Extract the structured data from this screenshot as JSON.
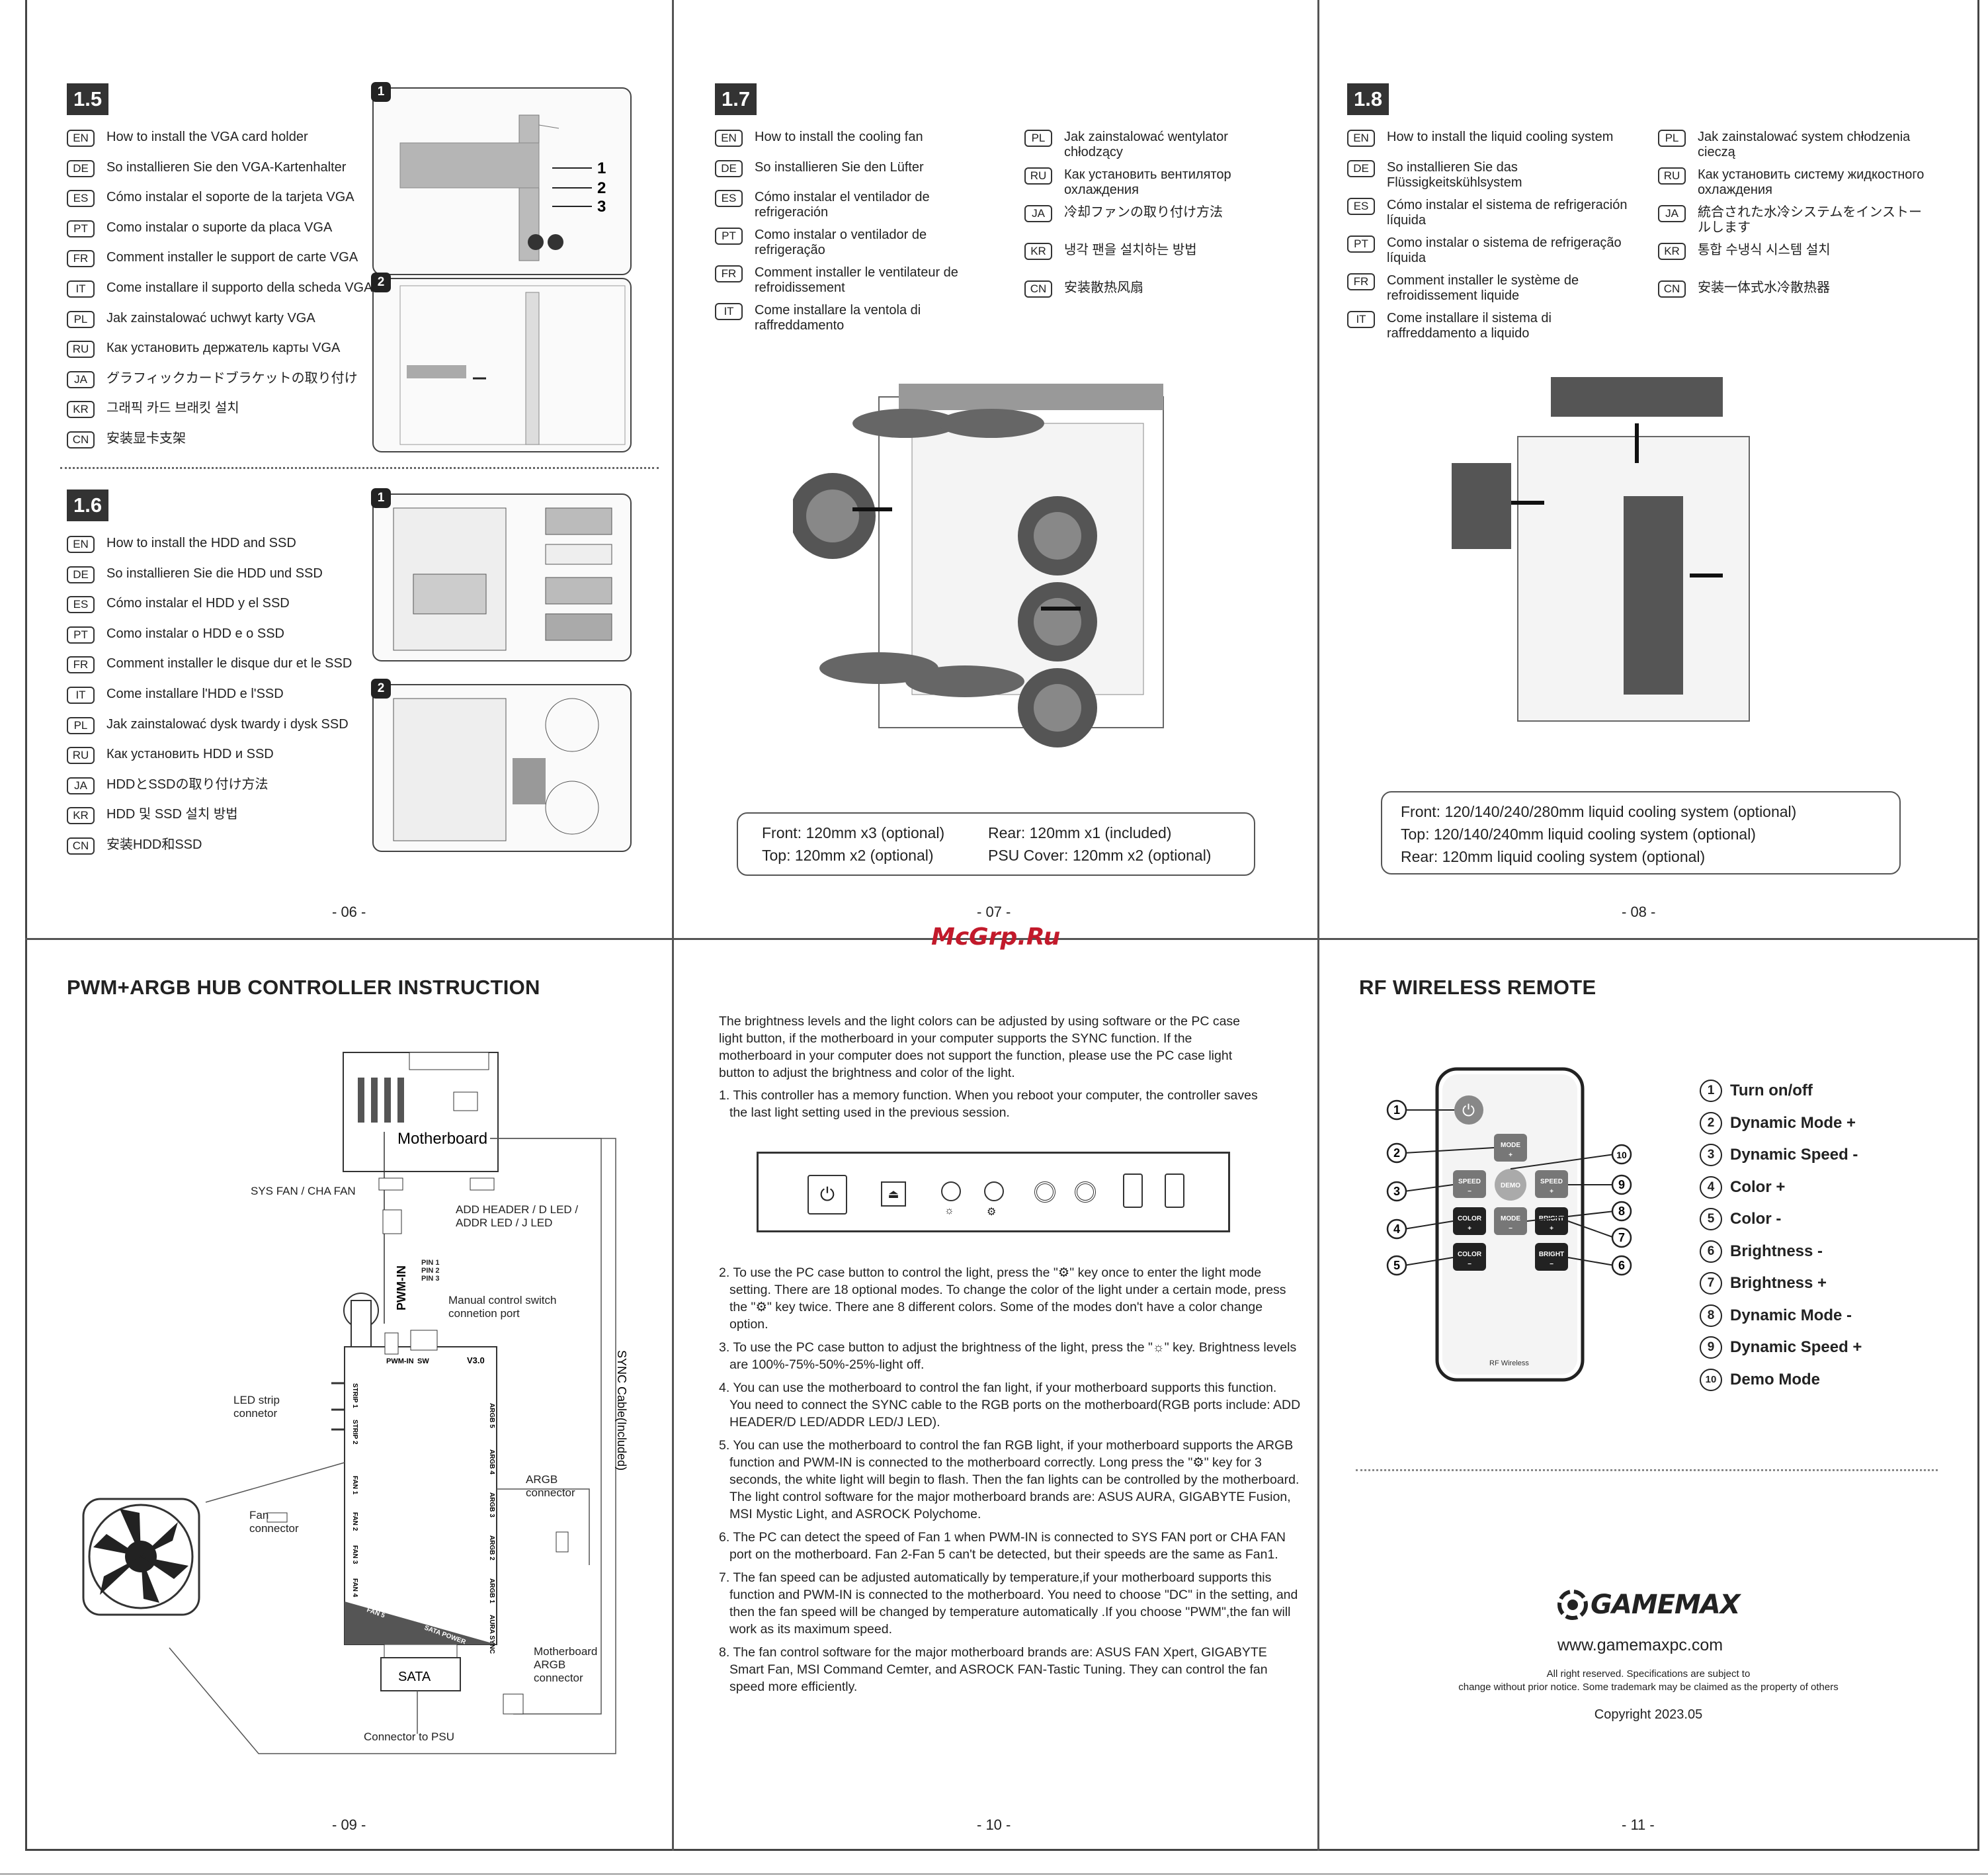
{
  "watermark": "McGrp.Ru",
  "p06": {
    "page": "- 06 -",
    "s15": {
      "num": "1.5",
      "langs": [
        {
          "code": "EN",
          "text": "How to install the VGA card holder"
        },
        {
          "code": "DE",
          "text": "So installieren Sie den VGA-Kartenhalter"
        },
        {
          "code": "ES",
          "text": "Cómo instalar el soporte de la tarjeta VGA"
        },
        {
          "code": "PT",
          "text": "Como instalar o suporte da placa VGA"
        },
        {
          "code": "FR",
          "text": "Comment installer le support de carte VGA"
        },
        {
          "code": "IT",
          "text": "Come installare il supporto della scheda VGA"
        },
        {
          "code": "PL",
          "text": "Jak zainstalować uchwyt karty VGA"
        },
        {
          "code": "RU",
          "text": "Как установить держатель карты VGA"
        },
        {
          "code": "JA",
          "text": "グラフィックカードブラケットの取り付け"
        },
        {
          "code": "KR",
          "text": "그래픽 카드 브래킷 설치"
        },
        {
          "code": "CN",
          "text": "安装显卡支架"
        }
      ],
      "step1": "1",
      "step2": "2",
      "arrow_labels": [
        "1",
        "2",
        "3"
      ]
    },
    "s16": {
      "num": "1.6",
      "langs": [
        {
          "code": "EN",
          "text": "How to install the HDD and SSD"
        },
        {
          "code": "DE",
          "text": "So installieren Sie die HDD und SSD"
        },
        {
          "code": "ES",
          "text": "Cómo instalar el HDD y el SSD"
        },
        {
          "code": "PT",
          "text": "Como instalar o HDD e o SSD"
        },
        {
          "code": "FR",
          "text": "Comment installer le disque dur et le SSD"
        },
        {
          "code": "IT",
          "text": "Come installare l'HDD e l'SSD"
        },
        {
          "code": "PL",
          "text": "Jak zainstalować dysk twardy i dysk SSD"
        },
        {
          "code": "RU",
          "text": "Как установить HDD и SSD"
        },
        {
          "code": "JA",
          "text": "HDDとSSDの取り付け方法"
        },
        {
          "code": "KR",
          "text": "HDD 및 SSD 설치 방법"
        },
        {
          "code": "CN",
          "text": "安装HDD和SSD"
        }
      ],
      "step1": "1",
      "step2": "2"
    }
  },
  "p07": {
    "page": "- 07 -",
    "num": "1.7",
    "langs_left": [
      {
        "code": "EN",
        "text": "How to install the cooling fan"
      },
      {
        "code": "DE",
        "text": "So installieren Sie den Lüfter"
      },
      {
        "code": "ES",
        "text": "Cómo instalar el ventilador de\nrefrigeración"
      },
      {
        "code": "PT",
        "text": "Como instalar o ventilador de\nrefrigeração"
      },
      {
        "code": "FR",
        "text": "Comment installer le ventilateur de\nrefroidissement"
      },
      {
        "code": "IT",
        "text": "Come installare la ventola di\nraffreddamento"
      }
    ],
    "langs_right": [
      {
        "code": "PL",
        "text": "Jak zainstalować wentylator\nchłodzący"
      },
      {
        "code": "RU",
        "text": "Как установить вентилятор\nохлаждения"
      },
      {
        "code": "JA",
        "text": "冷却ファンの取り付け方法"
      },
      {
        "code": "KR",
        "text": "냉각 팬을 설치하는 방법"
      },
      {
        "code": "CN",
        "text": "安装散热风扇"
      }
    ],
    "options": {
      "front": "Front: 120mm x3 (optional)",
      "top": "Top: 120mm x2 (optional)",
      "rear": "Rear: 120mm x1 (included)",
      "psu": "PSU Cover: 120mm x2 (optional)"
    }
  },
  "p08": {
    "page": "- 08 -",
    "num": "1.8",
    "langs_left": [
      {
        "code": "EN",
        "text": "How to install the liquid cooling system"
      },
      {
        "code": "DE",
        "text": "So installieren Sie das\nFlüssigkeitskühlsystem"
      },
      {
        "code": "ES",
        "text": "Cómo instalar el sistema de refrigeración\nlíquida"
      },
      {
        "code": "PT",
        "text": "Como instalar o sistema de refrigeração\nlíquida"
      },
      {
        "code": "FR",
        "text": "Comment installer le système de\nrefroidissement liquide"
      },
      {
        "code": "IT",
        "text": "Come installare il sistema di\nraffreddamento a liquido"
      }
    ],
    "langs_right": [
      {
        "code": "PL",
        "text": "Jak zainstalować system chłodzenia\n cieczą"
      },
      {
        "code": "RU",
        "text": "Как установить систему жидкостного\nохлаждения"
      },
      {
        "code": "JA",
        "text": "統合された水冷システムをインストー\nルします"
      },
      {
        "code": "KR",
        "text": "통합 수냉식 시스템 설치"
      },
      {
        "code": "CN",
        "text": "安装一体式水冷散热器"
      }
    ],
    "options": {
      "front": "Front: 120/140/240/280mm liquid cooling system (optional)",
      "top": "Top: 120/140/240mm liquid cooling system (optional)",
      "rear": "Rear: 120mm liquid cooling system (optional)"
    }
  },
  "p09": {
    "page": "- 09 -",
    "title": "PWM+ARGB HUB CONTROLLER INSTRUCTION",
    "labels": {
      "motherboard": "Motherboard",
      "sysfan": "SYS FAN / CHA FAN",
      "addheader": "ADD HEADER / D LED /\nADDR LED / J LED",
      "pwmin": "PWM-IN",
      "pins": "PIN 1\nPIN 2\nPIN 3",
      "manual": "Manual control switch\nconnetion port",
      "ledstrip": "LED strip\nconnetor",
      "fanconn": "Fan\nconnector",
      "argbconn": "ARGB\nconnector",
      "mbargb": "Motherboard\nARGB\nconnector",
      "sync": "SYNC Cable(Included)",
      "sata": "SATA",
      "psu": "Connector to PSU",
      "hub_pwm": "PWM-IN",
      "hub_sw": "SW",
      "hub_ver": "V3.0",
      "hub_strip1": "STRIP 1",
      "hub_strip2": "STRIP 2",
      "hub_fan1": "FAN 1",
      "hub_fan2": "FAN 2",
      "hub_fan3": "FAN 3",
      "hub_fan4": "FAN 4",
      "hub_fan5": "FAN 5",
      "hub_argb1": "ARGB 1",
      "hub_argb2": "ARGB 2",
      "hub_argb3": "ARGB 3",
      "hub_argb4": "ARGB 4",
      "hub_argb5": "ARGB 5",
      "hub_sata": "SATA POWER",
      "hub_sync": "AURA SYNC"
    }
  },
  "p10": {
    "page": "- 10 -",
    "intro": "The brightness levels and the light colors can be adjusted by using software or the PC case light button, if the motherboard in your computer supports the SYNC function. If the motherboard in your computer does not support the function, please use the PC case light button to adjust the brightness and color of the light.",
    "item1": "1. This controller has a memory function. When you reboot your computer, the controller saves the last light setting used in the previous session.",
    "items": [
      "2. To use the PC case button to control the light, press the \"⚙\" key once to enter the light mode setting. There are 18 optional modes. To change the color of the light under a certain mode, press the \"⚙\" key twice. There ane 8 different colors. Some of the modes don't have a color change option.",
      "3. To use the PC case button to adjust the brightness of the light, press the \"☼\" key. Brightness levels are 100%-75%-50%-25%-light off.",
      "4. You can use the motherboard to control the fan light, if your motherboard supports this function. You need to connect the SYNC cable to the RGB ports on the motherboard(RGB ports include: ADD HEADER/D LED/ADDR LED/J LED).",
      "5. You can use the motherboard to control the fan RGB light, if your motherboard supports the ARGB function and PWM-IN is connected to the motherboard correctly. Long press the \"⚙\" key for 3 seconds, the white light will begin to flash. Then the fan lights can be controlled by the motherboard. The light control software for the major motherboard brands are: ASUS AURA, GIGABYTE Fusion, MSI Mystic Light, and ASROCK Polychome.",
      "6. The PC can detect the speed of Fan 1 when PWM-IN is connected to SYS FAN port or CHA FAN port on the motherboard. Fan 2-Fan 5 can't be detected, but their speeds are the same as Fan1.",
      "7. The fan speed can be adjusted automatically by temperature,if your motherboard supports this function and PWM-IN is connected to the motherboard. You need to choose \"DC\" in the setting, and then the fan speed will be changed by temperature automatically .If you choose \"PWM\",the fan will work as its maximum speed.",
      "8. The fan control software for the major motherboard brands are: ASUS FAN Xpert, GIGABYTE Smart Fan, MSI Command Cemter, and ASROCK FAN-Tastic Tuning. They can control the fan speed more efficiently."
    ]
  },
  "p11": {
    "page": "- 11 -",
    "title": "RF WIRELESS REMOTE",
    "remote": {
      "mode": "MODE",
      "demo": "DEMO",
      "speed": "SPEED",
      "color": "COLOR",
      "bright": "BRIGHT",
      "plus": "+",
      "minus": "−",
      "brand": "RF Wireless"
    },
    "legend": [
      {
        "n": "1",
        "text": "Turn on/off"
      },
      {
        "n": "2",
        "text": "Dynamic Mode +"
      },
      {
        "n": "3",
        "text": "Dynamic Speed -"
      },
      {
        "n": "4",
        "text": "Color +"
      },
      {
        "n": "5",
        "text": "Color -"
      },
      {
        "n": "6",
        "text": "Brightness -"
      },
      {
        "n": "7",
        "text": "Brightness +"
      },
      {
        "n": "8",
        "text": "Dynamic Mode -"
      },
      {
        "n": "9",
        "text": "Dynamic Speed +"
      },
      {
        "n": "10",
        "text": "Demo Mode"
      }
    ],
    "callouts": [
      "1",
      "2",
      "3",
      "4",
      "5",
      "10",
      "9",
      "8",
      "7",
      "6"
    ],
    "brand": "GAMEMAX",
    "url": "www.gamemaxpc.com",
    "rights1": "All right reserved. Specifications are subject to",
    "rights2": "change without prior notice. Some trademark may be claimed as the property of others",
    "copyright": "Copyright 2023.05"
  }
}
